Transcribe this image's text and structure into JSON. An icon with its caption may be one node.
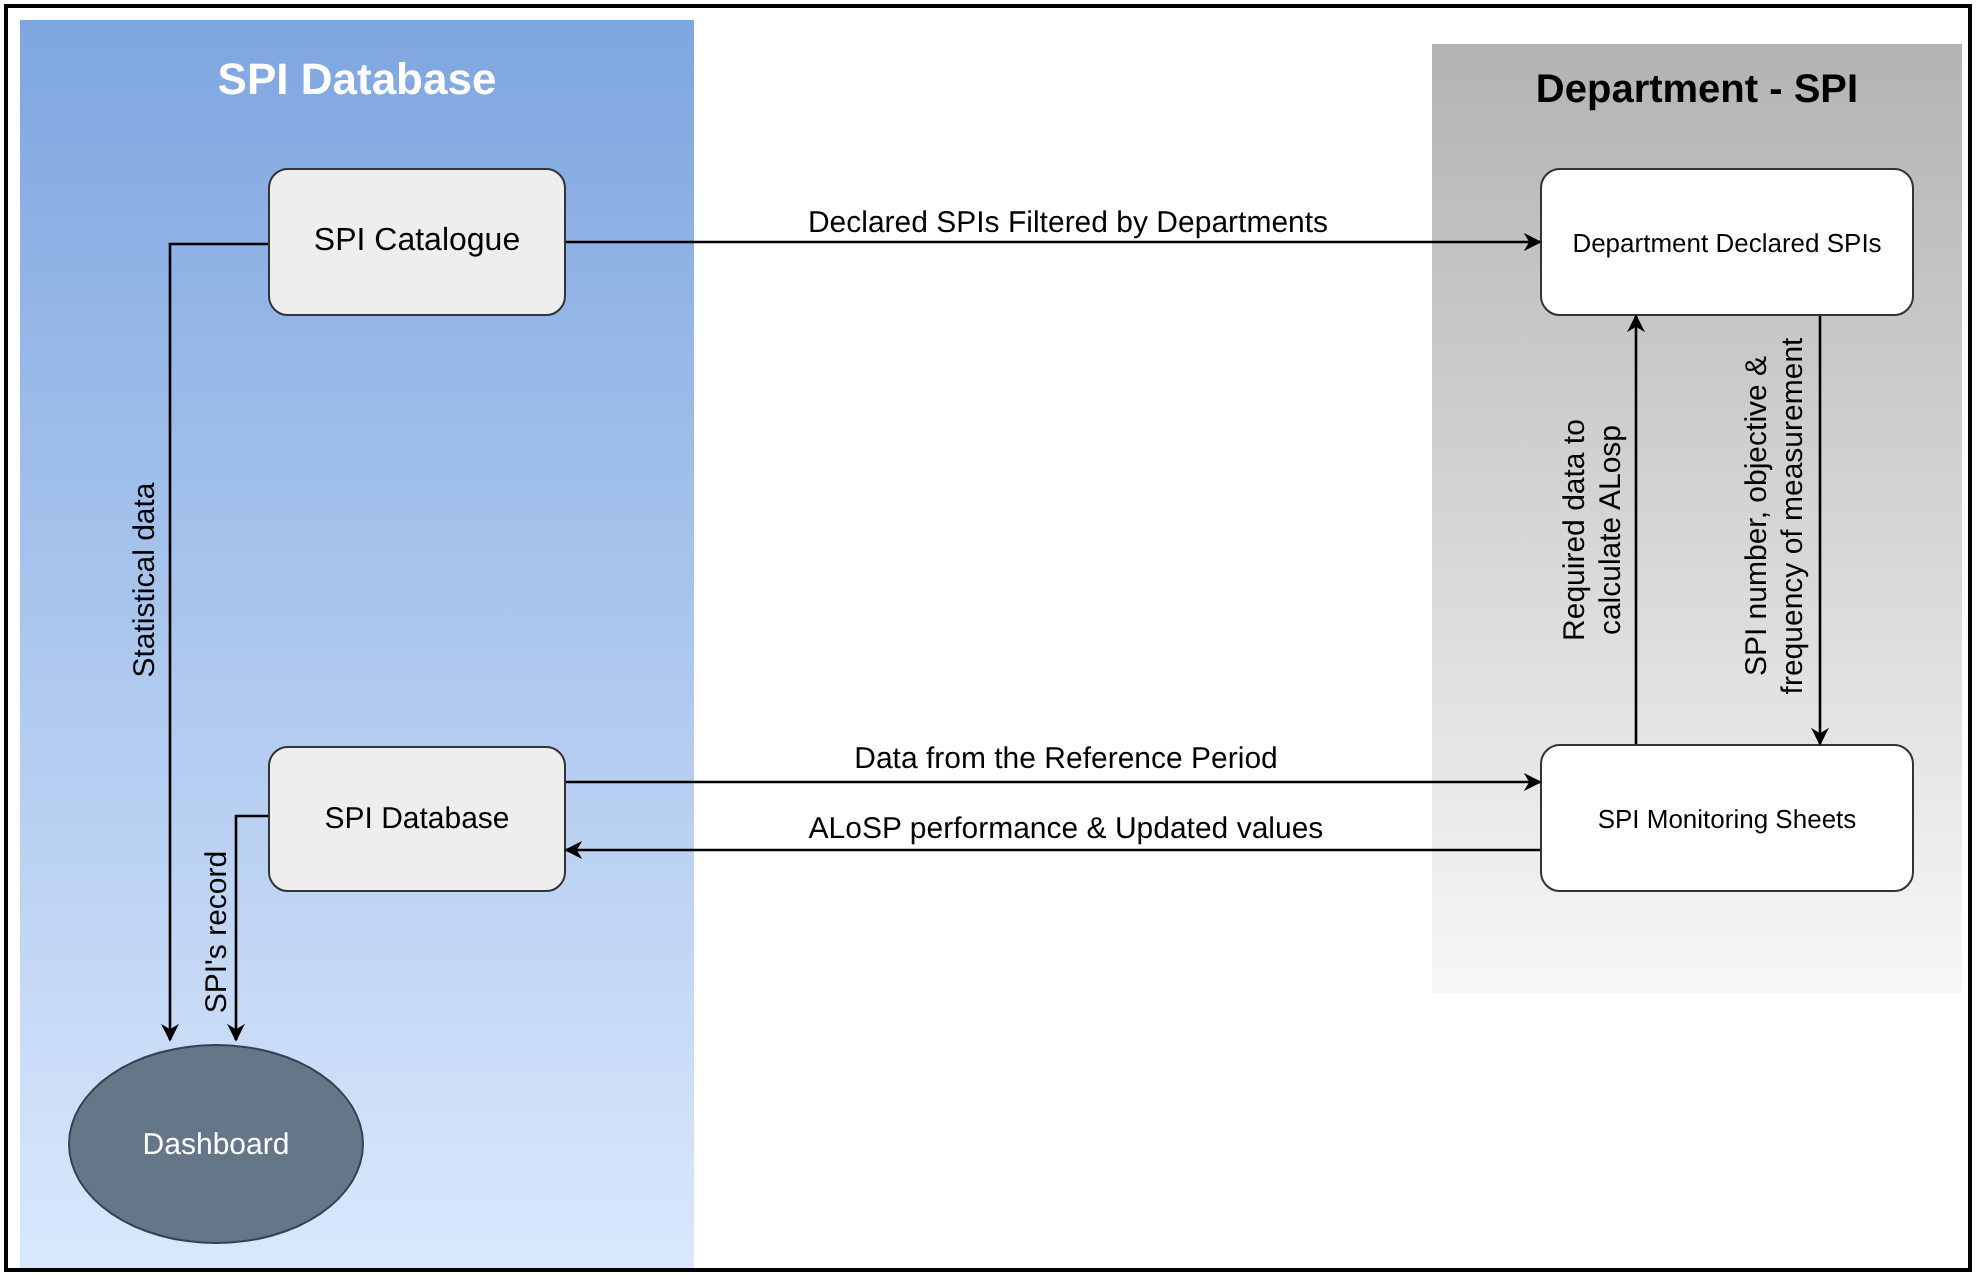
{
  "diagram": {
    "nodes": [
      {
        "text": [
          "SPI Database"
        ]
      },
      {
        "text": [
          "SPI Catalogue"
        ],
        "in": 0
      },
      {
        "text": [
          "SPI Database"
        ],
        "in": 0
      },
      {
        "text": [
          "Dashboard"
        ],
        "in": 0
      },
      {
        "text": [
          "Department - SPI"
        ]
      },
      {
        "text": [
          "Department Declared SPIs"
        ],
        "in": 4
      },
      {
        "text": [
          "SPI Monitoring Sheets"
        ],
        "in": 4
      }
    ],
    "edges": [
      {
        "from": 1,
        "to": 5,
        "arrow": "to",
        "label": "Declared SPIs Filtered by Departments"
      },
      {
        "from": 1,
        "to": 3,
        "arrow": "to",
        "label": "Statistical data"
      },
      {
        "from": 2,
        "to": 3,
        "arrow": "to",
        "label": "SPI's record"
      },
      {
        "from": 2,
        "to": 6,
        "arrow": "to",
        "label": "Data from the Reference Period"
      },
      {
        "from": 6,
        "to": 2,
        "arrow": "to",
        "label": "ALoSP performance & Updated values"
      },
      {
        "from": 6,
        "to": 5,
        "arrow": "to",
        "label": "Required data to calculate ALosp"
      },
      {
        "from": 5,
        "to": 6,
        "arrow": "to",
        "label": "SPI number, objective & frequency of measurement"
      }
    ]
  }
}
